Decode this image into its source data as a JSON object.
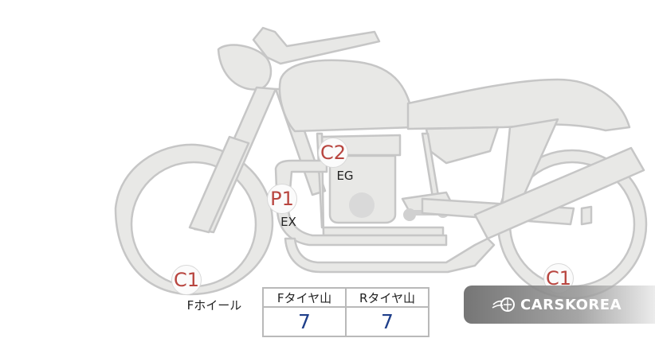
{
  "marks": {
    "front_wheel": {
      "code": "C1",
      "label": "Fホイール"
    },
    "rear_wheel": {
      "code": "C1"
    },
    "engine": {
      "code": "C2",
      "label": "EG"
    },
    "exhaust": {
      "code": "P1",
      "label": "EX"
    }
  },
  "tire_table": {
    "headers": [
      "Fタイヤ山",
      "Rタイヤ山"
    ],
    "values": [
      "7",
      "7"
    ]
  },
  "watermark": {
    "text": "CARSKOREA",
    "icon": "carskorea-logo-icon"
  },
  "colors": {
    "body_fill": "#e7e7e5",
    "body_stroke": "#c8c8c8",
    "mark_text": "#b8453f",
    "value_text": "#1f3f8a"
  }
}
